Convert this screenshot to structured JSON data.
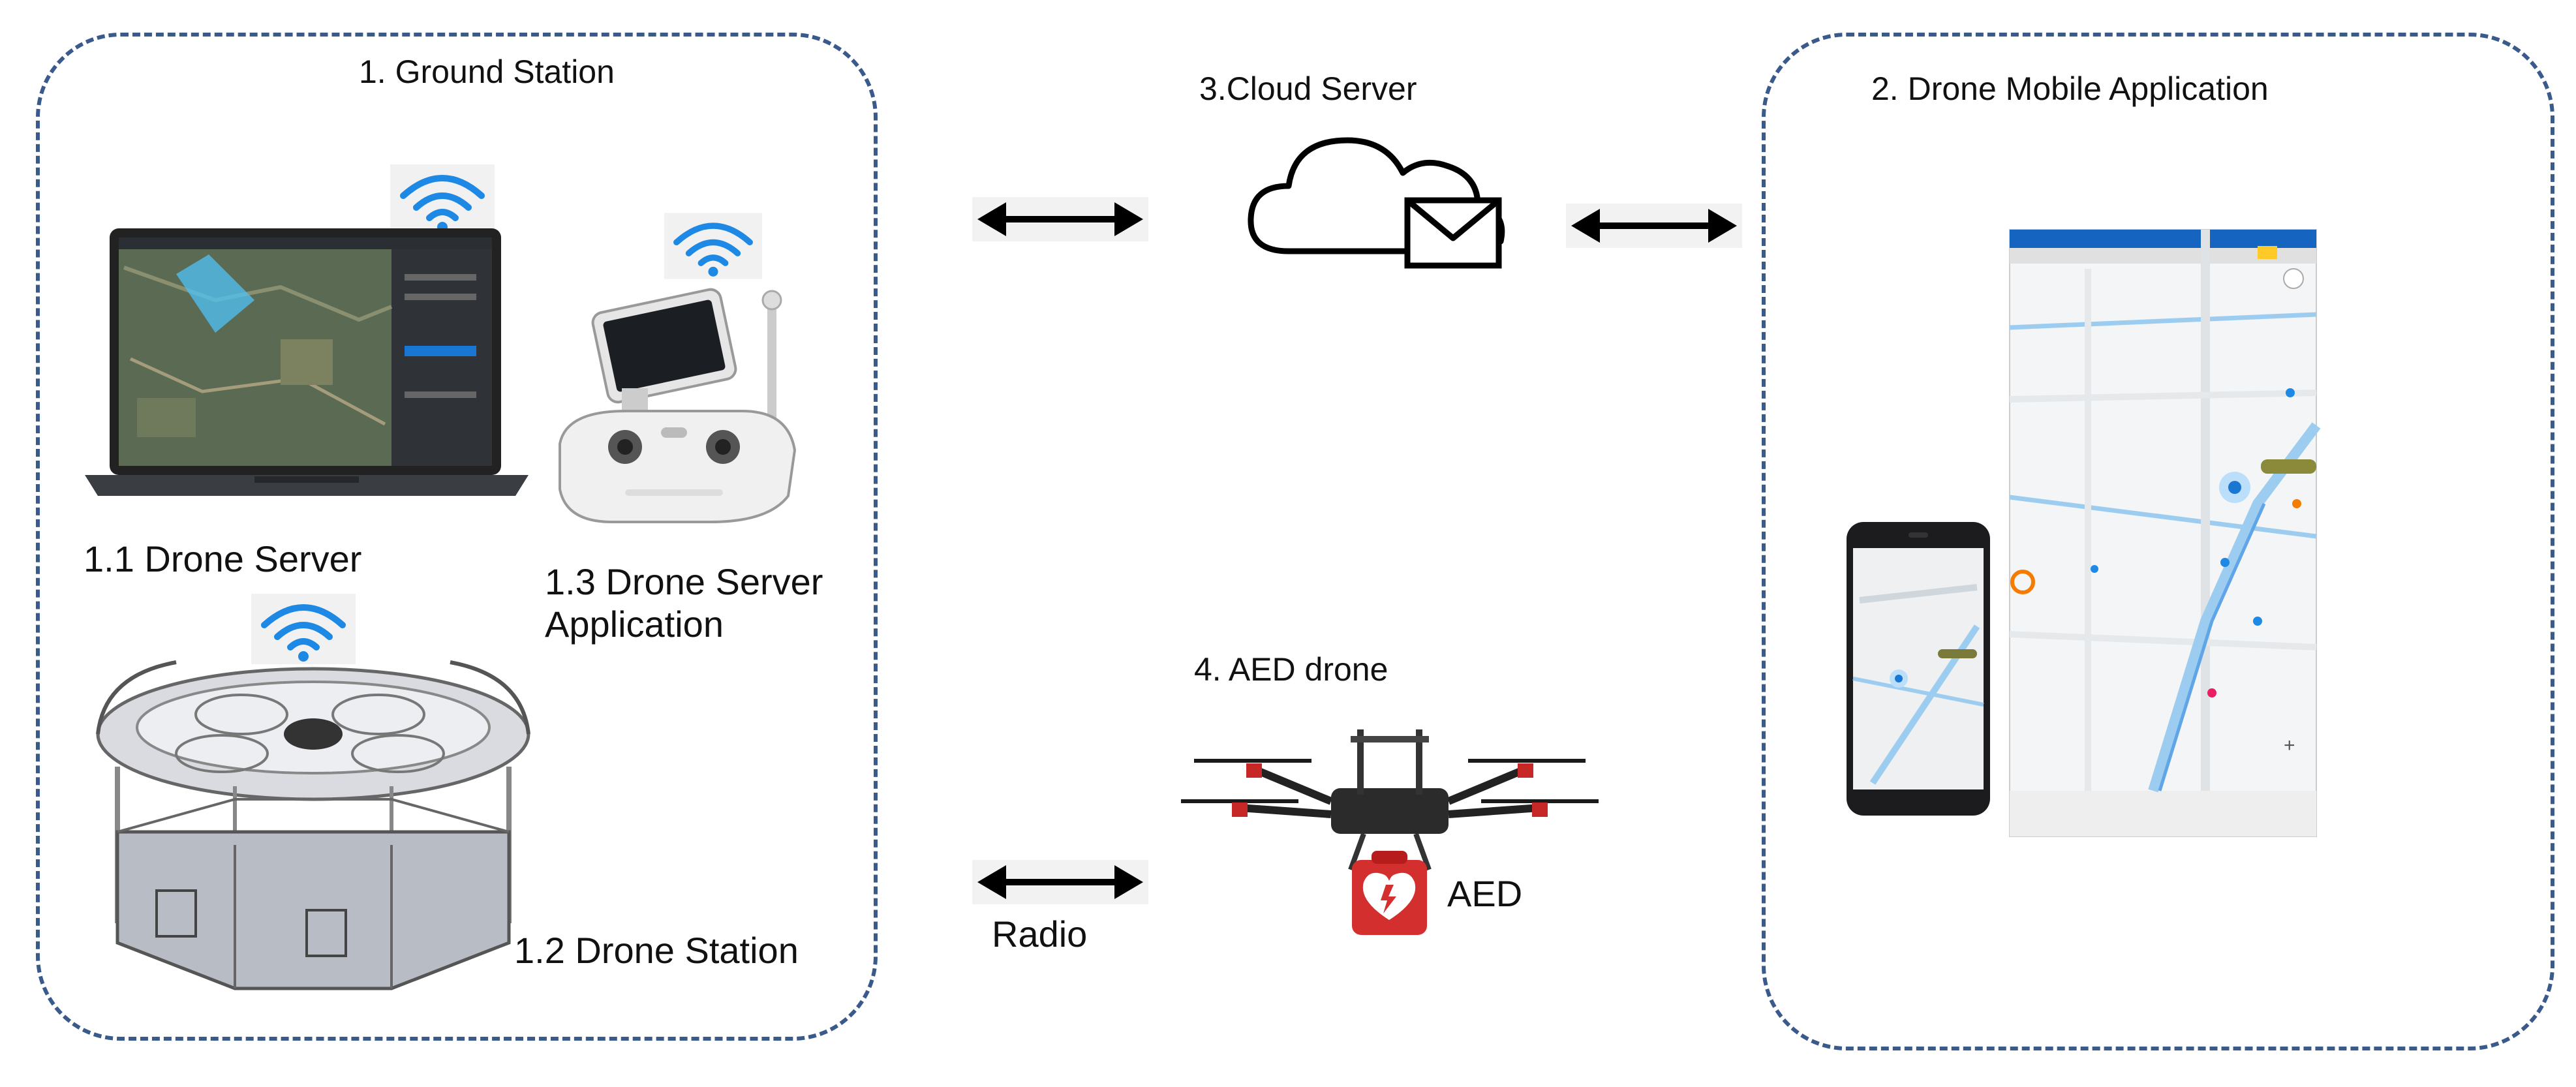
{
  "ground_station": {
    "title": "1. Ground Station",
    "drone_server_label": "1.1  Drone Server",
    "drone_station_label": "1.2 Drone Station",
    "server_app_label_line1": "1.3 Drone Server",
    "server_app_label_line2": "Application"
  },
  "cloud": {
    "title": "3.Cloud Server"
  },
  "mobile": {
    "title": "2. Drone Mobile Application"
  },
  "aed_drone": {
    "title": "4. AED drone",
    "aed_label": "AED"
  },
  "links": {
    "radio_label": "Radio"
  },
  "colors": {
    "frame": "#3a5a8c",
    "wifi": "#1e88e5",
    "aed_red": "#d32f2f",
    "map_road": "#9ccdf0"
  },
  "icons": [
    "wifi-icon",
    "laptop-icon",
    "remote-controller-icon",
    "drone-station-icon",
    "cloud-mail-icon",
    "double-arrow-icon",
    "smartphone-icon",
    "map-screen-icon",
    "drone-icon",
    "aed-kit-icon"
  ]
}
